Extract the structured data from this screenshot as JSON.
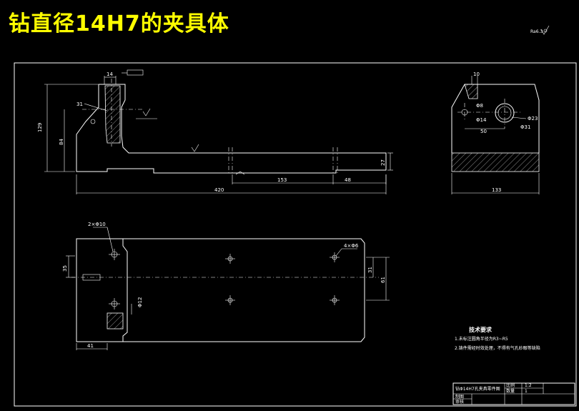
{
  "title": "钻直径14H7的夹具体",
  "roughness_note": "Ra6.3",
  "front_view": {
    "dim_width_top": "14",
    "dim_31": "31",
    "dim_height_129": "129",
    "dim_height_84": "84",
    "dim_total_length": "420",
    "dim_153": "153",
    "dim_48": "48",
    "dim_27": "27"
  },
  "side_view": {
    "dim_10": "10",
    "dim_dia8": "Φ8",
    "dim_dia14": "Φ14",
    "dim_50": "50",
    "dim_dia23": "Φ23",
    "dim_dia31": "Φ31",
    "dim_width_133": "133"
  },
  "top_view": {
    "label_holes_2x": "2×Φ10",
    "label_holes_4x": "4×Φ6",
    "dim_35": "35",
    "dim_31": "31",
    "dim_61": "61",
    "dim_41": "41",
    "dim_dia12": "Φ12"
  },
  "technical_requirements": {
    "heading": "技术要求",
    "items": [
      "1.未标注圆角半径为R3~R5",
      "2.铸件需经时效处理，不得有气孔砂眼等缺陷"
    ]
  },
  "title_block": {
    "part_name": "钻Φ14H7孔夹具零件图",
    "label_scale": "比例",
    "label_quantity": "数量",
    "scale_value": "1:2",
    "quantity_value": "1",
    "label_drawn": "制图",
    "label_checked": "审核"
  }
}
